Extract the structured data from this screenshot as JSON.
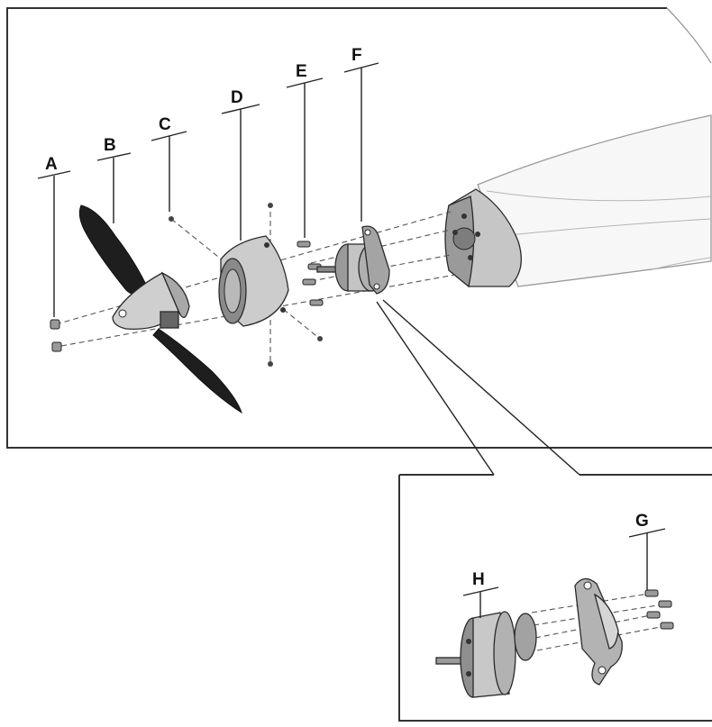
{
  "labels": {
    "a": "A",
    "b": "B",
    "c": "C",
    "d": "D",
    "e": "E",
    "f": "F",
    "g": "G",
    "h": "H"
  },
  "colors": {
    "part_fill": "#c9c9c9",
    "part_dark": "#8a8a8a",
    "propeller": "#1e1e1e",
    "fuselage": "#f7f7f7"
  }
}
